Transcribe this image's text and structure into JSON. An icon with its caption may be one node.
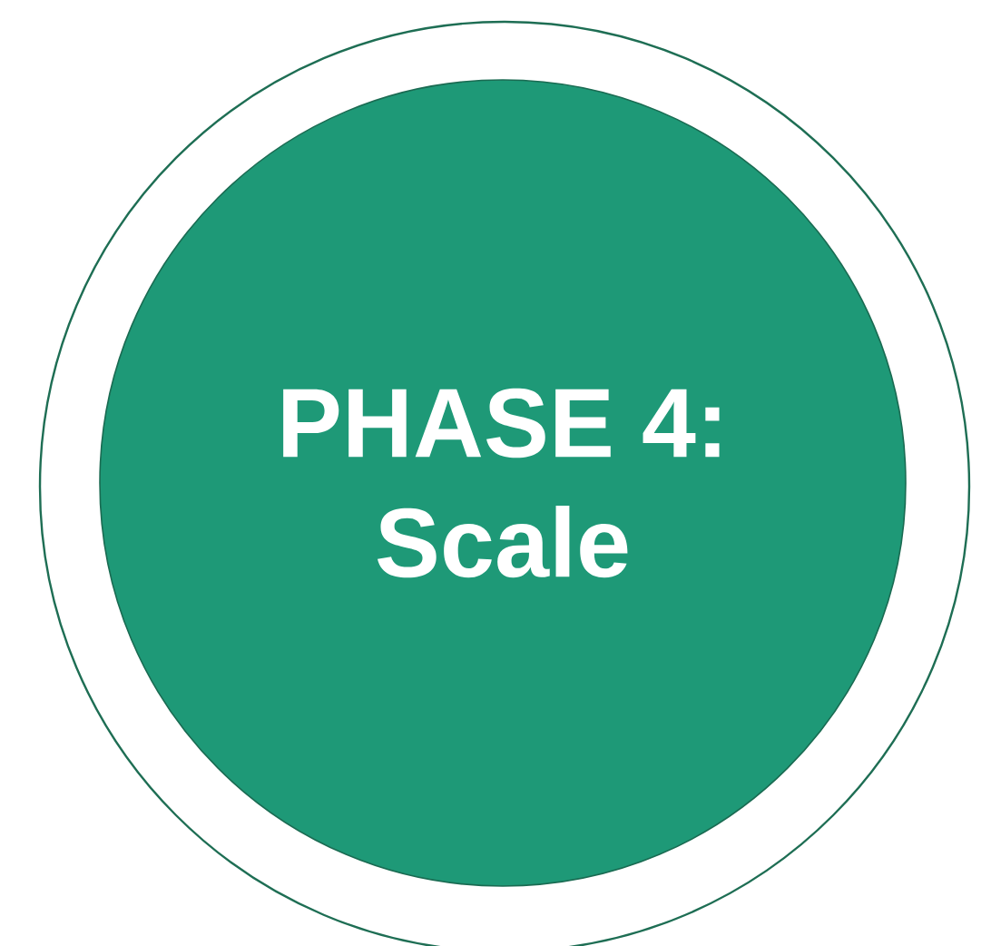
{
  "diagram": {
    "nodes": [
      {
        "text": [],
        "shape": "circle"
      },
      {
        "text": [
          "PHASE 4: Scale"
        ],
        "in": 0
      }
    ]
  }
}
